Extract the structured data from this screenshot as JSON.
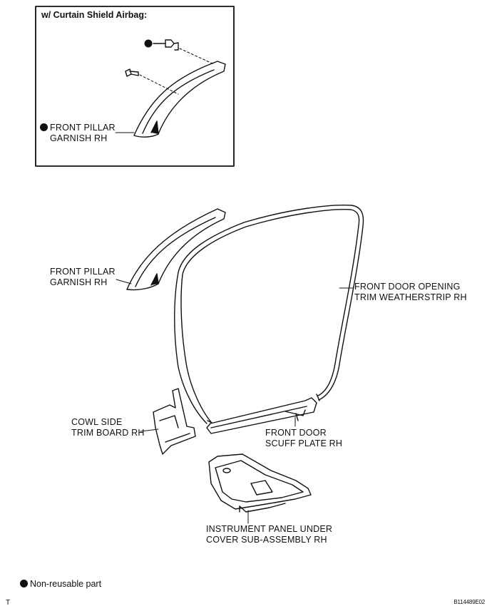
{
  "inset": {
    "title": "w/ Curtain Shield Airbag:",
    "part_label": [
      "FRONT PILLAR",
      "GARNISH RH"
    ]
  },
  "parts": {
    "front_pillar_garnish": [
      "FRONT PILLAR",
      "GARNISH RH"
    ],
    "weatherstrip": [
      "FRONT DOOR OPENING",
      "TRIM WEATHERSTRIP RH"
    ],
    "cowl_side": [
      "COWL SIDE",
      "TRIM BOARD RH"
    ],
    "scuff_plate": [
      "FRONT DOOR",
      "SCUFF PLATE RH"
    ],
    "under_cover": [
      "INSTRUMENT PANEL UNDER",
      "COVER SUB-ASSEMBLY RH"
    ]
  },
  "legend": {
    "label": "Non-reusable part",
    "symbol": "filled-circle-icon"
  },
  "footer": {
    "corner_mark": "T",
    "figure_code": "B114489E02"
  }
}
